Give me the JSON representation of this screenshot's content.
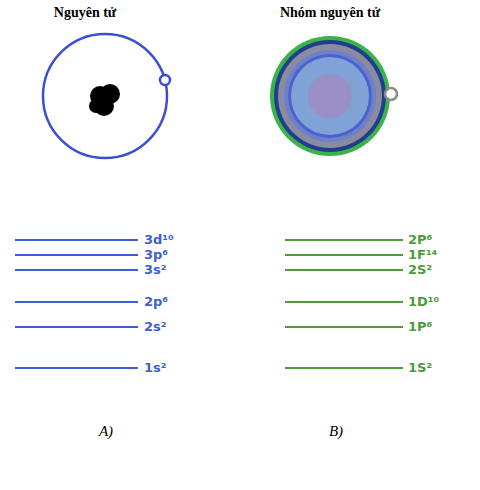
{
  "diagram": {
    "labels": [
      "Nguyên tử",
      "Nhóm nguyên tử",
      "3d¹⁰",
      "2P⁶",
      "3p⁶",
      "1F¹⁴",
      "3s²",
      "2S²",
      "2p⁶",
      "1D¹⁰",
      "2s²",
      "1P⁶",
      "1s²",
      "1S²",
      "A)",
      "B)"
    ]
  }
}
